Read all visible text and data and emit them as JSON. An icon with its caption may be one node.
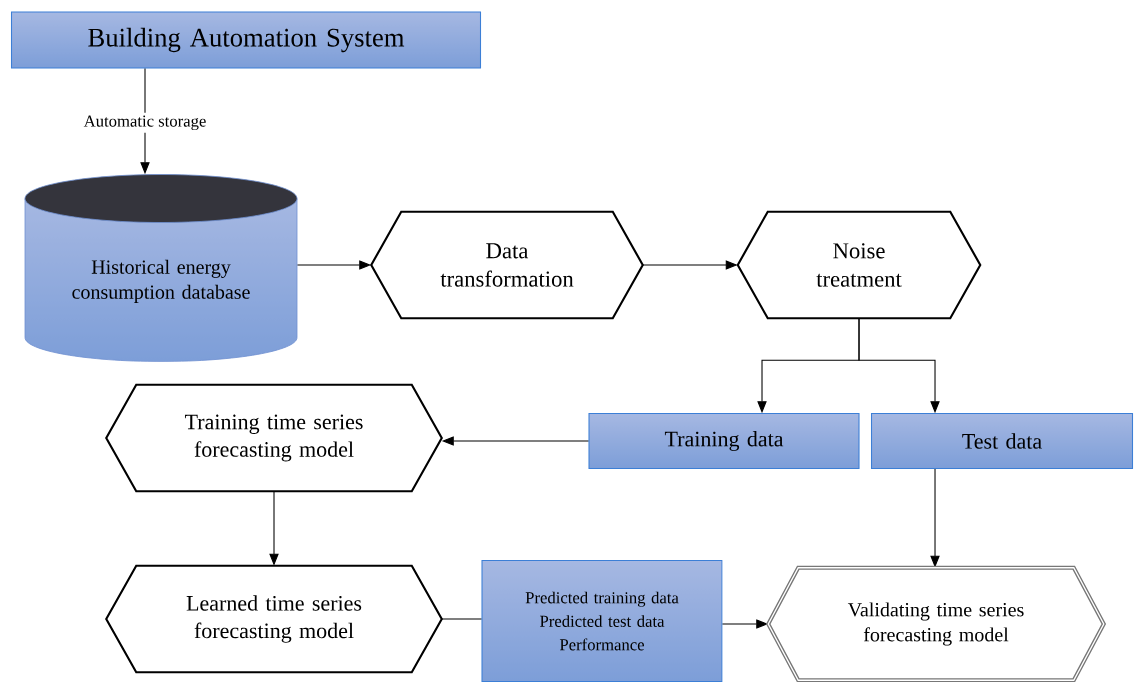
{
  "diagram": {
    "nodes": [
      {
        "text": [
          "Building Automation System"
        ]
      },
      {
        "text": [
          "Historical energy consumption database"
        ]
      },
      {
        "text": [
          "Data transformation"
        ]
      },
      {
        "text": [
          "Noise treatment"
        ]
      },
      {
        "text": [
          "Training time series forecasting model"
        ]
      },
      {
        "text": [
          "Training data"
        ]
      },
      {
        "text": [
          "Test data"
        ]
      },
      {
        "text": [
          "Learned time series forecasting model"
        ]
      },
      {
        "text": [
          "Predicted training data",
          "Predicted test data",
          "Performance"
        ]
      },
      {
        "text": [
          "Validating time series forecasting model"
        ]
      }
    ],
    "edges": [
      {
        "from": 0,
        "to": 1,
        "arrow": "to",
        "label": "Automatic storage"
      },
      {
        "from": 1,
        "to": 2,
        "arrow": "to"
      },
      {
        "from": 2,
        "to": 3,
        "arrow": "to"
      },
      {
        "from": 3,
        "to": 5,
        "arrow": "to"
      },
      {
        "from": 3,
        "to": 6,
        "arrow": "to"
      },
      {
        "from": 5,
        "to": 4,
        "arrow": "to"
      },
      {
        "from": 4,
        "to": 7,
        "arrow": "to"
      },
      {
        "from": 7,
        "to": 8,
        "arrow": "none"
      },
      {
        "from": 8,
        "to": 9,
        "arrow": "to"
      },
      {
        "from": 6,
        "to": 9,
        "arrow": "to"
      }
    ]
  }
}
